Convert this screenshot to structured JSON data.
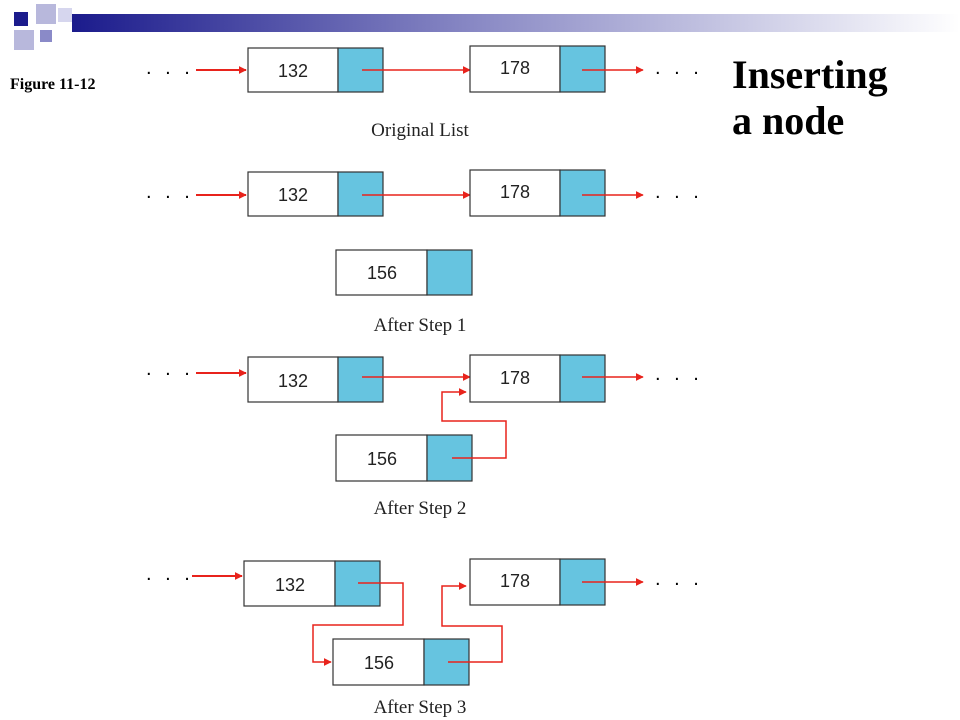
{
  "figure_label": "Figure 11-12",
  "title": {
    "line1": "Inserting",
    "line2": "a node"
  },
  "ellipsis": ". . .",
  "node_values": {
    "a": "132",
    "b": "178",
    "new": "156"
  },
  "captions": {
    "original": "Original List",
    "step1": "After Step 1",
    "step2": "After Step 2",
    "step3": "After Step 3"
  },
  "colors": {
    "pointer_cell": "#66c4e0",
    "arrow": "#e8231c",
    "node_border": "#333333",
    "header_dark": "#1b1b8c"
  }
}
